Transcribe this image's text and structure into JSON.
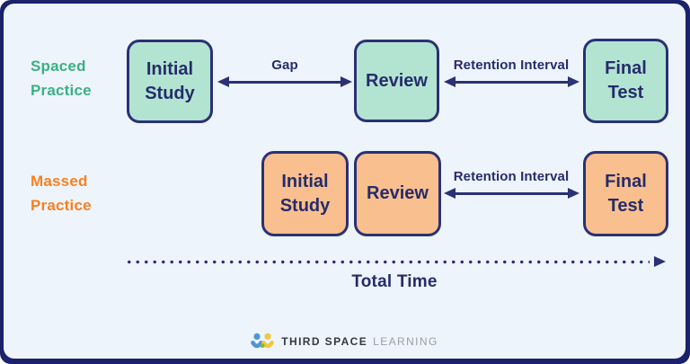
{
  "diagram": {
    "rows": [
      {
        "label_lines": [
          "Spaced",
          "Practice"
        ],
        "label_color": "#3CB181",
        "box_fill": "#B3E4D2",
        "boxes": [
          {
            "lines": [
              "Initial",
              "Study"
            ]
          },
          {
            "lines": [
              "Review"
            ]
          },
          {
            "lines": [
              "Final",
              "Test"
            ]
          }
        ],
        "arrows": [
          {
            "label": "Gap"
          },
          {
            "label": "Retention Interval"
          }
        ]
      },
      {
        "label_lines": [
          "Massed",
          "Practice"
        ],
        "label_color": "#F5821F",
        "box_fill": "#FABF8E",
        "boxes": [
          {
            "lines": [
              "Initial",
              "Study"
            ]
          },
          {
            "lines": [
              "Review"
            ]
          },
          {
            "lines": [
              "Final",
              "Test"
            ]
          }
        ],
        "arrows": [
          {
            "label": "Retention Interval"
          }
        ]
      }
    ],
    "timeline": {
      "label": "Total Time"
    },
    "colors": {
      "frame": "#19226B",
      "panel_background": "#EDF4FC",
      "navy": "#2A3174",
      "box_text": "#252C6B",
      "teal_fill": "#B3E4D2",
      "orange_fill": "#FABF8E",
      "spaced_label": "#3CB181",
      "massed_label": "#F5821F"
    }
  },
  "footer_logo": {
    "icon": "two-people-logo",
    "brand_primary": "THIRD SPACE",
    "brand_secondary": "LEARNING",
    "icon_colors": {
      "blue": "#4E96D9",
      "yellow": "#F2C83B",
      "green": "#7FB64B"
    }
  }
}
